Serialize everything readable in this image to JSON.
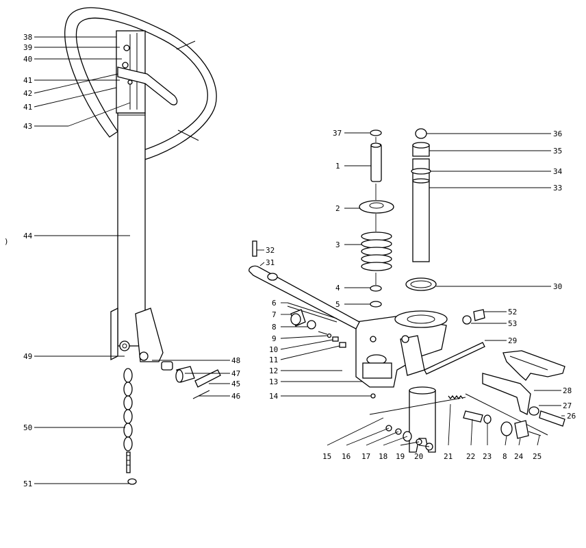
{
  "diagram": {
    "stray_mark": ")",
    "callouts": [
      {
        "id": "38",
        "text": "38"
      },
      {
        "id": "39",
        "text": "39"
      },
      {
        "id": "40",
        "text": "40"
      },
      {
        "id": "41a",
        "text": "41"
      },
      {
        "id": "42",
        "text": "42"
      },
      {
        "id": "41b",
        "text": "41"
      },
      {
        "id": "43",
        "text": "43"
      },
      {
        "id": "44",
        "text": "44"
      },
      {
        "id": "49",
        "text": "49"
      },
      {
        "id": "48",
        "text": "48"
      },
      {
        "id": "47",
        "text": "47"
      },
      {
        "id": "45",
        "text": "45"
      },
      {
        "id": "46",
        "text": "46"
      },
      {
        "id": "50",
        "text": "50"
      },
      {
        "id": "51",
        "text": "51"
      },
      {
        "id": "37",
        "text": "37"
      },
      {
        "id": "1",
        "text": "1"
      },
      {
        "id": "2",
        "text": "2"
      },
      {
        "id": "3",
        "text": "3"
      },
      {
        "id": "4",
        "text": "4"
      },
      {
        "id": "5",
        "text": "5"
      },
      {
        "id": "6",
        "text": "6"
      },
      {
        "id": "7",
        "text": "7"
      },
      {
        "id": "8a",
        "text": "8"
      },
      {
        "id": "9",
        "text": "9"
      },
      {
        "id": "10",
        "text": "10"
      },
      {
        "id": "11",
        "text": "11"
      },
      {
        "id": "12",
        "text": "12"
      },
      {
        "id": "13",
        "text": "13"
      },
      {
        "id": "14",
        "text": "14"
      },
      {
        "id": "32",
        "text": "32"
      },
      {
        "id": "31",
        "text": "31"
      },
      {
        "id": "36",
        "text": "36"
      },
      {
        "id": "35",
        "text": "35"
      },
      {
        "id": "34",
        "text": "34"
      },
      {
        "id": "33",
        "text": "33"
      },
      {
        "id": "30",
        "text": "30"
      },
      {
        "id": "52",
        "text": "52"
      },
      {
        "id": "53",
        "text": "53"
      },
      {
        "id": "29",
        "text": "29"
      },
      {
        "id": "28",
        "text": "28"
      },
      {
        "id": "27",
        "text": "27"
      },
      {
        "id": "26",
        "text": "26"
      },
      {
        "id": "15",
        "text": "15"
      },
      {
        "id": "16",
        "text": "16"
      },
      {
        "id": "17",
        "text": "17"
      },
      {
        "id": "18",
        "text": "18"
      },
      {
        "id": "19",
        "text": "19"
      },
      {
        "id": "20",
        "text": "20"
      },
      {
        "id": "21",
        "text": "21"
      },
      {
        "id": "22",
        "text": "22"
      },
      {
        "id": "23",
        "text": "23"
      },
      {
        "id": "8b",
        "text": "8"
      },
      {
        "id": "24",
        "text": "24"
      },
      {
        "id": "25",
        "text": "25"
      }
    ]
  }
}
